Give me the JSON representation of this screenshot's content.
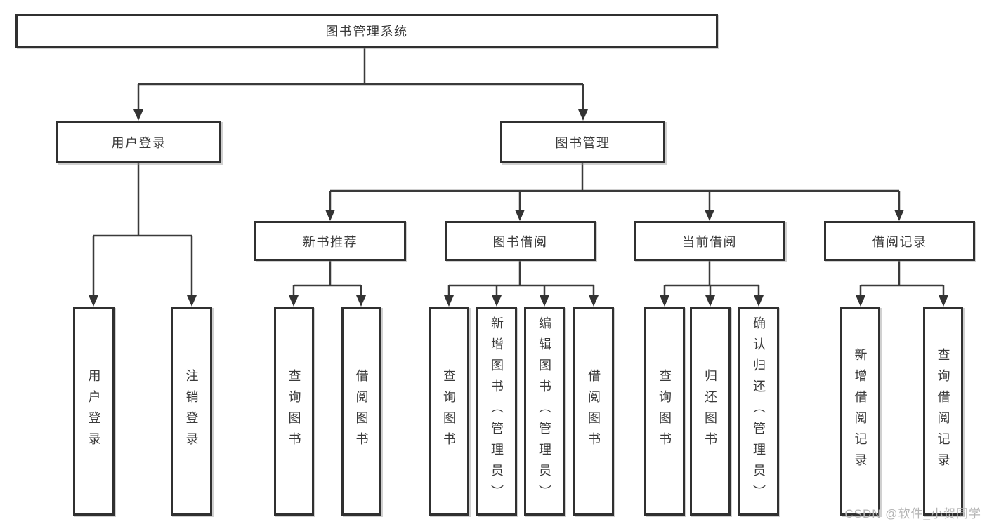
{
  "diagram": {
    "tree": {
      "label": "图书管理系统",
      "children": [
        {
          "label": "用户登录",
          "children": [
            {
              "label": "用户登录"
            },
            {
              "label": "注销登录"
            }
          ]
        },
        {
          "label": "图书管理",
          "children": [
            {
              "label": "新书推荐",
              "children": [
                {
                  "label": "查询图书"
                },
                {
                  "label": "借阅图书"
                }
              ]
            },
            {
              "label": "图书借阅",
              "children": [
                {
                  "label": "查询图书"
                },
                {
                  "label": "新增图书（管理员）"
                },
                {
                  "label": "编辑图书（管理员）"
                },
                {
                  "label": "借阅图书"
                }
              ]
            },
            {
              "label": "当前借阅",
              "children": [
                {
                  "label": "查询图书"
                },
                {
                  "label": "归还图书"
                },
                {
                  "label": "确认归还（管理员）"
                }
              ]
            },
            {
              "label": "借阅记录",
              "children": [
                {
                  "label": "新增借阅记录"
                },
                {
                  "label": "查询借阅记录"
                }
              ]
            }
          ]
        }
      ]
    },
    "line_color": "#3a3a3a",
    "border_color": "#303030",
    "text_color": "#3a3a3a"
  },
  "watermark": {
    "text": "CSDN @软件_小贺同学"
  }
}
